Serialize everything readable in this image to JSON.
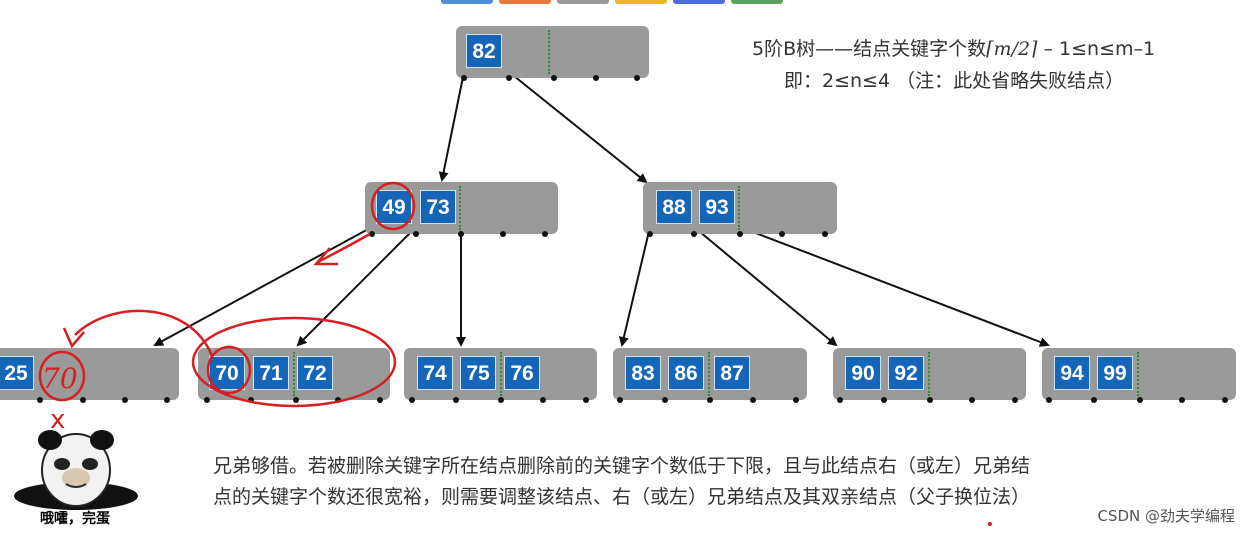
{
  "toolbar": {
    "swatch_colors": [
      "#4a90d9",
      "#e8783a",
      "#9a9a9a",
      "#f0b429",
      "#4a6fd9",
      "#5aa55a"
    ]
  },
  "title_line1_prefix": "5阶B树——结点关键字个数",
  "title_line1_formula": "⌈m/2⌉",
  "title_line1_suffix": " – 1≤n≤m–1",
  "title_line2": "即：2≤n≤4 （注：此处省略失败结点）",
  "nodes": {
    "root": {
      "keys": [
        "82"
      ]
    },
    "level1_left": {
      "keys": [
        "49",
        "73"
      ]
    },
    "level1_right": {
      "keys": [
        "88",
        "93"
      ]
    },
    "leaf1": {
      "keys": [
        "25"
      ]
    },
    "leaf2": {
      "keys": [
        "70",
        "71",
        "72"
      ]
    },
    "leaf3": {
      "keys": [
        "74",
        "75",
        "76"
      ]
    },
    "leaf4": {
      "keys": [
        "83",
        "86",
        "87"
      ]
    },
    "leaf5": {
      "keys": [
        "90",
        "92"
      ]
    },
    "leaf6": {
      "keys": [
        "94",
        "99"
      ]
    }
  },
  "handwriting": {
    "deleted_key": "70",
    "cross_mark": "x"
  },
  "description_line1": "兄弟够借。若被删除关键字所在结点删除前的关键字个数低于下限，且与此结点右（或左）兄弟结",
  "description_line2": "点的关键字个数还很宽裕，则需要调整该结点、右（或左）兄弟结点及其双亲结点（父子换位法）",
  "meme": {
    "caption": "哦嚯，完蛋"
  },
  "watermark": "CSDN @劲夫学编程",
  "colors": {
    "node_bg": "#9a9a9a",
    "key_bg": "#1565b8",
    "annotation": "#d42020",
    "separator": "#2e8b35"
  }
}
